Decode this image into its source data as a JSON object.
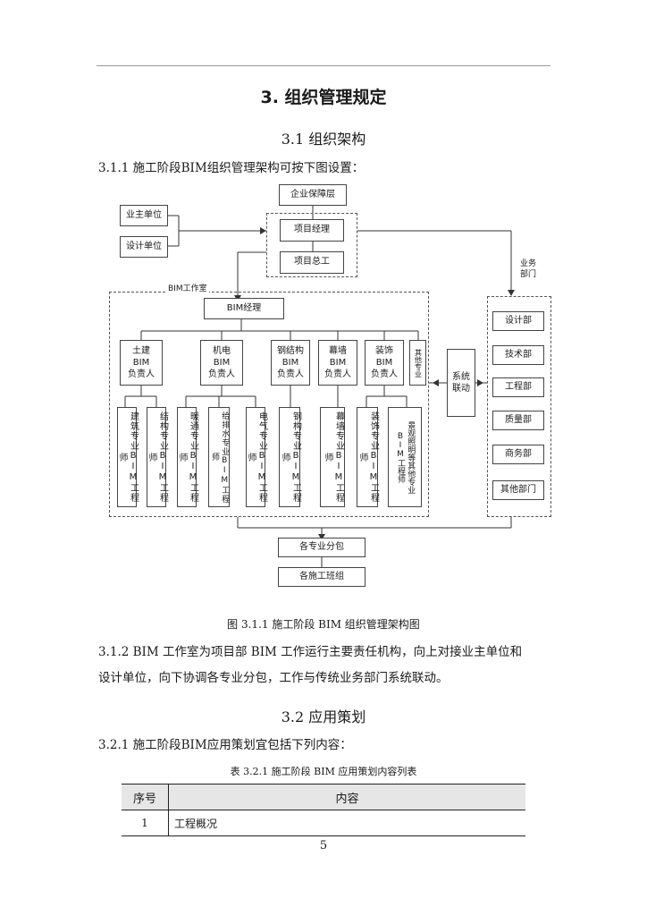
{
  "section": {
    "heading": "3. 组织管理规定",
    "sub1": "3.1 组织架构",
    "p311": "3.1.1 施工阶段BIM组织管理架构可按下图设置：",
    "caption": "图 3.1.1 施工阶段 BIM 组织管理架构图",
    "p312_line1": "3.1.2 BIM 工作室为项目部 BIM 工作运行主要责任机构，向上对接业主单位和",
    "p312_line2": "设计单位，向下协调各专业分包，工作与传统业务部门系统联动。",
    "sub2": "3.2 应用策划",
    "p321": "3.2.1 施工阶段BIM应用策划宜包括下列内容：",
    "table_caption": "表 3.2.1 施工阶段 BIM 应用策划内容列表",
    "page_number": "5"
  },
  "diagram": {
    "top": {
      "enterprise": "企业保障层",
      "owner": "业主单位",
      "designer": "设计单位",
      "pm": "项目经理",
      "chief": "项目总工",
      "biz_label_1": "业务",
      "biz_label_2": "部门"
    },
    "studio_label": "BIM工作室",
    "bim_manager": "BIM经理",
    "leads": [
      "土建\nBIM\n负责人",
      "机电\nBIM\n负责人",
      "钢结构\nBIM\n负责人",
      "幕墙\nBIM\n负责人",
      "装饰\nBIM\n负责人"
    ],
    "other_lead": "其他专业",
    "link": "系统\n联动",
    "engineers": [
      "建筑专业BIM工程师",
      "结构专业BIM工程师",
      "暖通专业BIM工程师",
      "给排水专业BIM工程师",
      "电气专业BIM工程师",
      "钢构专业BIM工程师",
      "幕墙专业BIM工程师",
      "装饰专业BIM工程师",
      "景观照明等其他专业BIM工程师"
    ],
    "departments": [
      "设计部",
      "技术部",
      "工程部",
      "质量部",
      "商务部",
      "其他部门"
    ],
    "subcontract": "各专业分包",
    "teams": "各施工班组"
  },
  "table": {
    "headers": [
      "序号",
      "内容"
    ],
    "rows": [
      [
        "1",
        "工程概况"
      ]
    ]
  }
}
